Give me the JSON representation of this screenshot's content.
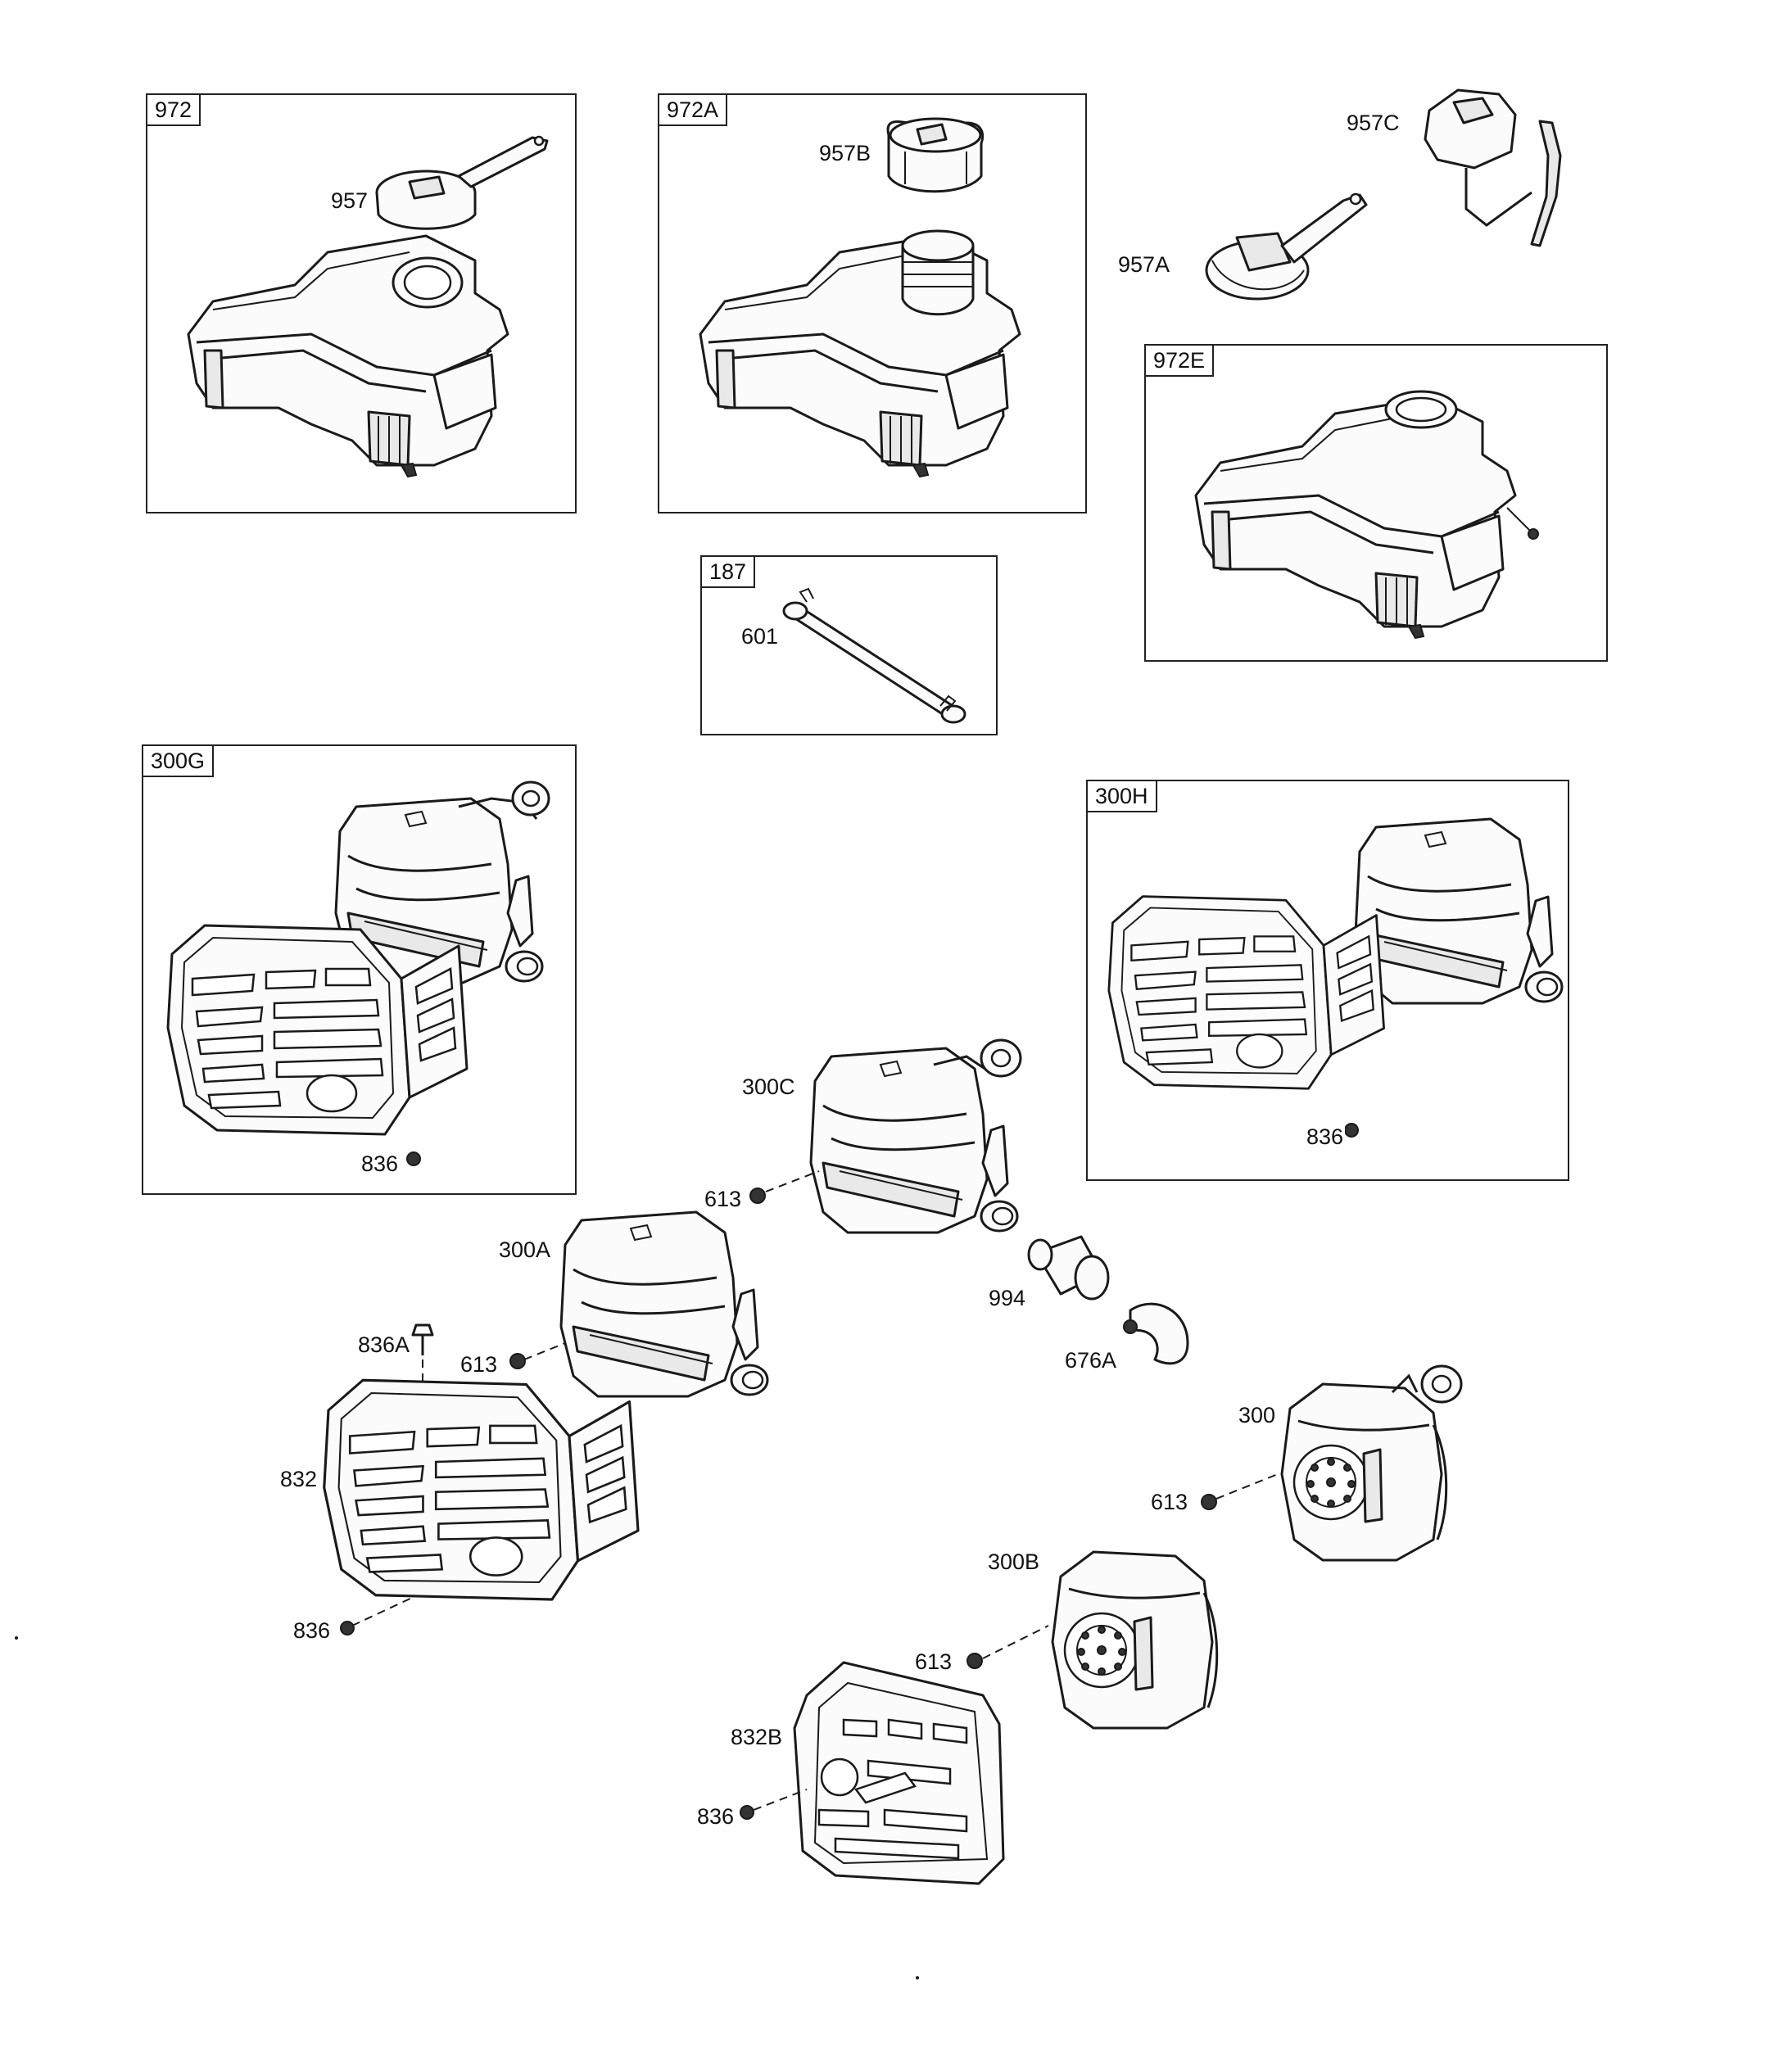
{
  "groups": {
    "g972": "972",
    "g972A": "972A",
    "g972E": "972E",
    "g187": "187",
    "g300G": "300G",
    "g300H": "300H"
  },
  "callouts": {
    "c957": "957",
    "c957B": "957B",
    "c957C": "957C",
    "c957A": "957A",
    "c601": "601",
    "c836_300G": "836",
    "c836_300H": "836",
    "c300C": "300C",
    "c613_300C": "613",
    "c300A": "300A",
    "c994": "994",
    "c836A": "836A",
    "c613_300A": "613",
    "c676A": "676A",
    "c300": "300",
    "c832": "832",
    "c613_300": "613",
    "c300B": "300B",
    "c836_832": "836",
    "c613_300B": "613",
    "c832B": "832B",
    "c836_832B": "836"
  }
}
